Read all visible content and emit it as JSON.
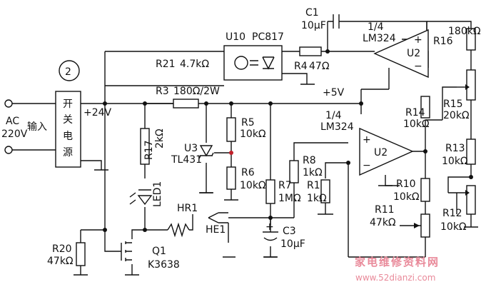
{
  "circuit": {
    "marker": "2",
    "power_supply": {
      "input_label": "输入",
      "ac_line1": "AC",
      "ac_line2": "220V",
      "box_chars": [
        "开",
        "关",
        "电",
        "源"
      ],
      "output": "+24V"
    },
    "optocoupler": {
      "ref": "U10",
      "part": "PC817"
    },
    "rail_5v": "+5V",
    "opamp_top": {
      "fraction": "1/4",
      "part": "LM324",
      "ref": "U2"
    },
    "opamp_bottom": {
      "fraction": "1/4",
      "part": "LM324",
      "ref": "U2"
    },
    "components": {
      "C1": {
        "ref": "C1",
        "value": "10μF"
      },
      "R21": {
        "ref": "R21",
        "value": "4.7kΩ"
      },
      "R4": {
        "ref": "R4",
        "value": "47Ω"
      },
      "R3": {
        "ref": "R3",
        "value": "180Ω/2W"
      },
      "R16": {
        "ref": "R16",
        "value": "180kΩ"
      },
      "R15": {
        "ref": "R15",
        "value": "20kΩ"
      },
      "R14": {
        "ref": "R14",
        "value": "10kΩ"
      },
      "R5": {
        "ref": "R5",
        "value": "10kΩ"
      },
      "U3": {
        "ref": "U3",
        "value": "TL431"
      },
      "R6": {
        "ref": "R6",
        "value": "10kΩ"
      },
      "R7": {
        "ref": "R7",
        "value": "1MΩ"
      },
      "R8": {
        "ref": "R8",
        "value": "1kΩ"
      },
      "R1": {
        "ref": "R1",
        "value": "1kΩ"
      },
      "R10": {
        "ref": "R10",
        "value": "10kΩ"
      },
      "R13": {
        "ref": "R13",
        "value": "10kΩ"
      },
      "R12": {
        "ref": "R12",
        "value": "10kΩ"
      },
      "R11": {
        "ref": "R11",
        "value": "47kΩ"
      },
      "R17": {
        "ref": "R17",
        "value": "2kΩ"
      },
      "LED1": {
        "ref": "LED1"
      },
      "HR1": {
        "ref": "HR1"
      },
      "HE1": {
        "ref": "HE1"
      },
      "C3": {
        "ref": "C3",
        "value": "10μF"
      },
      "R20": {
        "ref": "R20",
        "value": "47kΩ"
      },
      "Q1": {
        "ref": "Q1",
        "value": "K3638"
      }
    },
    "opamp_pin_signs": {
      "plus": "+",
      "minus": "−"
    }
  },
  "watermark": {
    "line1": "家电维修资料网",
    "line2": "www.52dianzi.com"
  },
  "colors": {
    "ink": "#111111",
    "watermark": "#e98a9a",
    "background": "#ffffff"
  }
}
